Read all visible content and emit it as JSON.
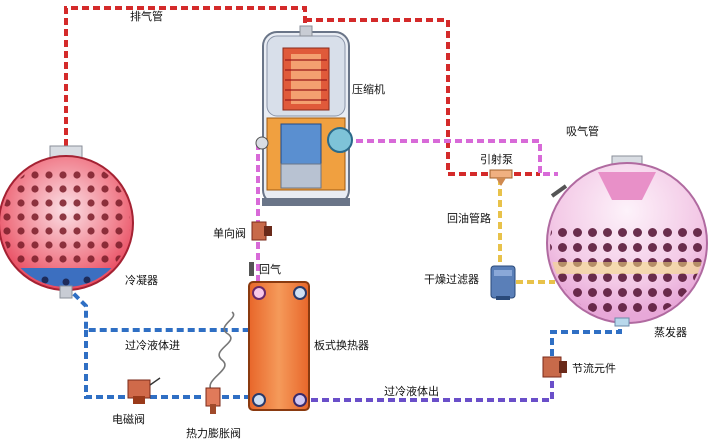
{
  "labels": {
    "discharge_pipe": "排气管",
    "compressor": "压缩机",
    "suction_pipe": "吸气管",
    "ejector_pump": "引射泵",
    "oil_return_line": "回油管路",
    "check_valve": "单向阀",
    "return_gas": "回气",
    "drier_filter": "干燥过滤器",
    "condenser": "冷凝器",
    "evaporator": "蒸发器",
    "plate_heat_exchanger": "板式换热器",
    "subcooled_liquid_in": "过冷液体进",
    "subcooled_liquid_out": "过冷液体出",
    "throttle_element": "节流元件",
    "solenoid_valve": "电磁阀",
    "thermal_expansion_valve": "热力膨胀阀"
  },
  "colors": {
    "discharge_line": "#d42a2a",
    "suction_line": "#d86ad8",
    "liquid_line": "#2f6fc4",
    "subcooled_line": "#6a4fc9",
    "oil_line": "#e8c24a",
    "condenser_fill": "#f06a7a",
    "evaporator_fill": "#f4c8e4",
    "plate_hx": "#f07a3a"
  }
}
